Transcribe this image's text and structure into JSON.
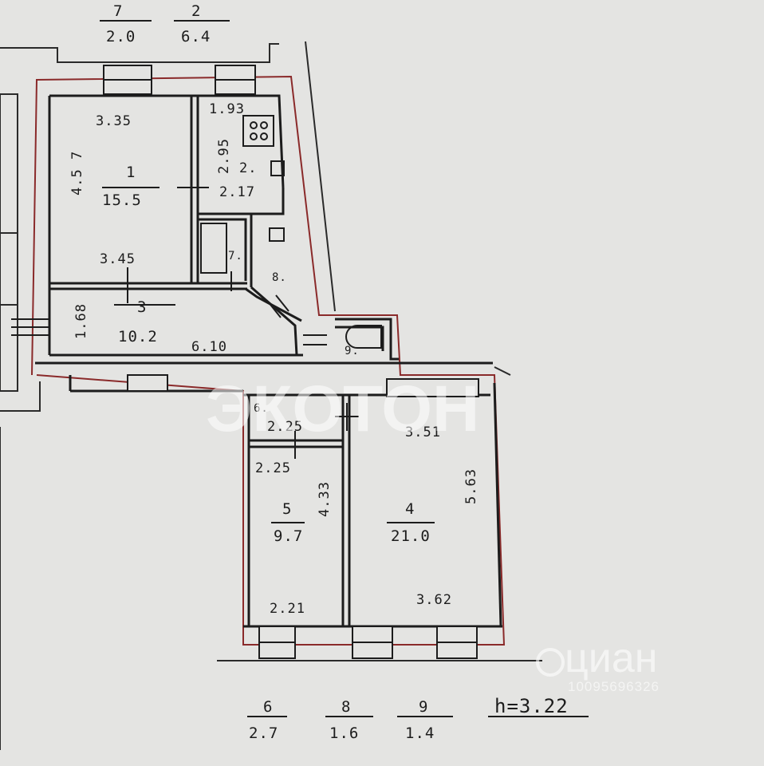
{
  "plan": {
    "legend_top": [
      {
        "num": "7",
        "area": "2.0"
      },
      {
        "num": "2",
        "area": "6.4"
      }
    ],
    "legend_bottom": [
      {
        "num": "6",
        "area": "2.7"
      },
      {
        "num": "8",
        "area": "1.6"
      },
      {
        "num": "9",
        "area": "1.4"
      }
    ],
    "ceiling_height": "h=3.22",
    "rooms": [
      {
        "num": "1",
        "area": "15.5",
        "dims": [
          "3.35",
          "3.45",
          "4.5 7"
        ]
      },
      {
        "num": "2.",
        "dims": [
          "1.93",
          "2.95",
          "2.17"
        ]
      },
      {
        "num": "3",
        "area": "10.2",
        "dims": [
          "1.68",
          "6.10"
        ]
      },
      {
        "num": "4",
        "area": "21.0",
        "dims": [
          "3.51",
          "5.63",
          "3.62"
        ]
      },
      {
        "num": "5",
        "area": "9.7",
        "dims": [
          "2.25",
          "2.25",
          "4.33",
          "2.21"
        ]
      },
      {
        "num": "6."
      },
      {
        "num": "7."
      },
      {
        "num": "8."
      },
      {
        "num": "9."
      }
    ]
  },
  "watermarks": {
    "brand": "ЭКОТОН",
    "cian": "циан",
    "cian_id": "10095696326"
  },
  "colors": {
    "paper": "#e4e4e2",
    "ink": "#1c1c1c",
    "outline": "#8a2a2a"
  }
}
